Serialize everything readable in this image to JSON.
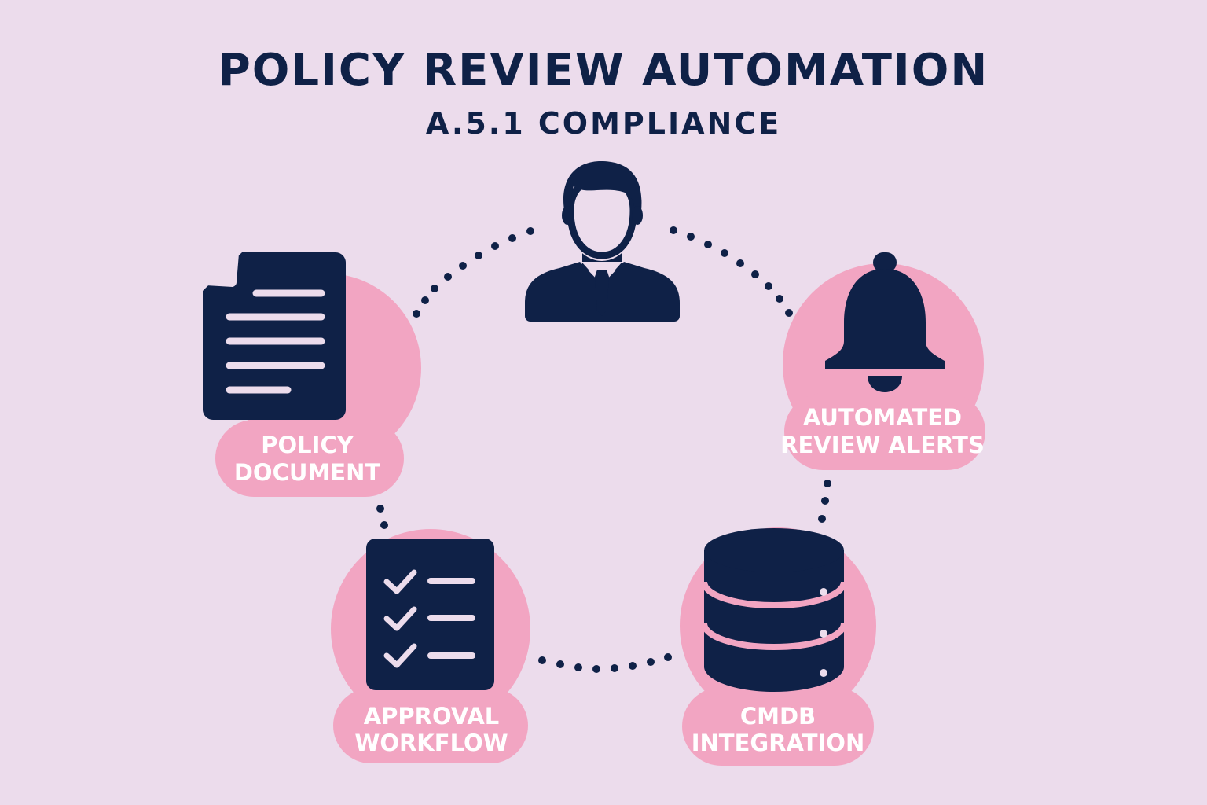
{
  "header": {
    "title": "POLICY REVIEW AUTOMATION",
    "subtitle": "A.5.1 COMPLIANCE"
  },
  "nodes": {
    "policy_document": {
      "icon": "document-icon",
      "label_line1": "POLICY",
      "label_line2": "DOCUMENT"
    },
    "automated_review_alerts": {
      "icon": "bell-icon",
      "label_line1": "AUTOMATED",
      "label_line2": "REVIEW ALERTS"
    },
    "approval_workflow": {
      "icon": "checklist-icon",
      "label_line1": "APPROVAL",
      "label_line2": "WORKFLOW"
    },
    "cmdb_integration": {
      "icon": "database-icon",
      "label_line1": "CMDB",
      "label_line2": "INTEGRATION"
    },
    "reviewer": {
      "icon": "person-icon"
    }
  },
  "colors": {
    "background": "#ecdcec",
    "navy": "#0f2147",
    "pink": "#f2a5c2",
    "light_line": "#ecdcec",
    "label_text": "#ffffff"
  }
}
